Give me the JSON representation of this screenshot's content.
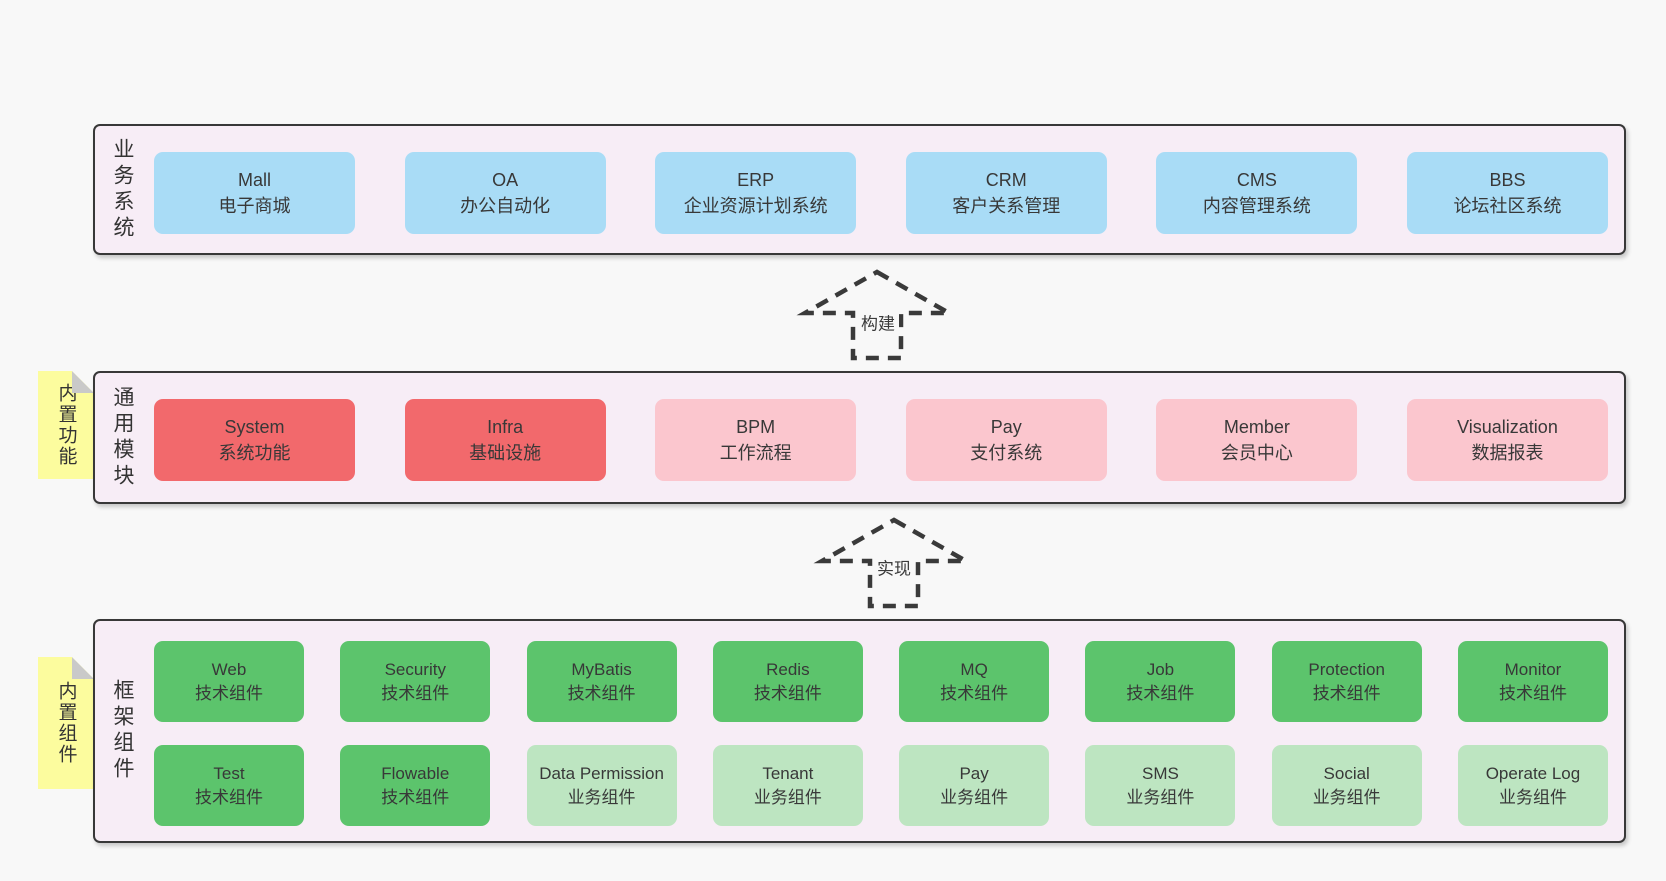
{
  "colors": {
    "page_bg": "#f8f8f8",
    "panel_bg": "#f7edf6",
    "panel_border": "#383838",
    "blue": "#a9dcf6",
    "red": "#f2696c",
    "pink": "#fbc6ce",
    "green": "#5cc46c",
    "light_green": "#bde5c1",
    "note_yellow": "#fcfc9e",
    "note_fold_gray": "#c9c9c9",
    "text": "#3a3a3a"
  },
  "notes": [
    {
      "label": "内置功能"
    },
    {
      "label": "内置组件"
    }
  ],
  "arrows": [
    {
      "label": "构建"
    },
    {
      "label": "实现"
    }
  ],
  "layers": [
    {
      "label": "业务系统",
      "boxes": [
        {
          "name": "Mall",
          "desc": "电子商城"
        },
        {
          "name": "OA",
          "desc": "办公自动化"
        },
        {
          "name": "ERP",
          "desc": "企业资源计划系统"
        },
        {
          "name": "CRM",
          "desc": "客户关系管理"
        },
        {
          "name": "CMS",
          "desc": "内容管理系统"
        },
        {
          "name": "BBS",
          "desc": "论坛社区系统"
        }
      ]
    },
    {
      "label": "通用模块",
      "boxes": [
        {
          "name": "System",
          "desc": "系统功能",
          "variant": "red"
        },
        {
          "name": "Infra",
          "desc": "基础设施",
          "variant": "red"
        },
        {
          "name": "BPM",
          "desc": "工作流程",
          "variant": "pink"
        },
        {
          "name": "Pay",
          "desc": "支付系统",
          "variant": "pink"
        },
        {
          "name": "Member",
          "desc": "会员中心",
          "variant": "pink"
        },
        {
          "name": "Visualization",
          "desc": "数据报表",
          "variant": "pink"
        }
      ]
    },
    {
      "label": "框架组件",
      "rows": [
        [
          {
            "name": "Web",
            "desc": "技术组件",
            "variant": "green"
          },
          {
            "name": "Security",
            "desc": "技术组件",
            "variant": "green"
          },
          {
            "name": "MyBatis",
            "desc": "技术组件",
            "variant": "green"
          },
          {
            "name": "Redis",
            "desc": "技术组件",
            "variant": "green"
          },
          {
            "name": "MQ",
            "desc": "技术组件",
            "variant": "green"
          },
          {
            "name": "Job",
            "desc": "技术组件",
            "variant": "green"
          },
          {
            "name": "Protection",
            "desc": "技术组件",
            "variant": "green"
          },
          {
            "name": "Monitor",
            "desc": "技术组件",
            "variant": "green"
          }
        ],
        [
          {
            "name": "Test",
            "desc": "技术组件",
            "variant": "green"
          },
          {
            "name": "Flowable",
            "desc": "技术组件",
            "variant": "green"
          },
          {
            "name": "Data Permission",
            "desc": "业务组件",
            "variant": "light-green"
          },
          {
            "name": "Tenant",
            "desc": "业务组件",
            "variant": "light-green"
          },
          {
            "name": "Pay",
            "desc": "业务组件",
            "variant": "light-green"
          },
          {
            "name": "SMS",
            "desc": "业务组件",
            "variant": "light-green"
          },
          {
            "name": "Social",
            "desc": "业务组件",
            "variant": "light-green"
          },
          {
            "name": "Operate Log",
            "desc": "业务组件",
            "variant": "light-green"
          }
        ]
      ]
    }
  ]
}
